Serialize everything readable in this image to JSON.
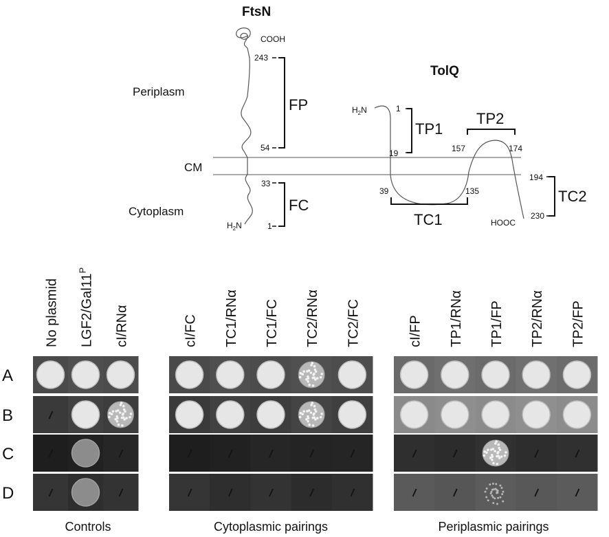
{
  "ftsn": {
    "title": "FtsN",
    "cooh": "COOH",
    "h2n_main": "H",
    "h2n_sub": "2",
    "h2n_end": "N",
    "num_243": "243",
    "num_54": "54",
    "num_33": "33",
    "num_1": "1",
    "fp": "FP",
    "fc": "FC"
  },
  "compartments": {
    "periplasm": "Periplasm",
    "cm": "CM",
    "cytoplasm": "Cytoplasm"
  },
  "tolq": {
    "title": "TolQ",
    "h2n_main": "H",
    "h2n_sub": "2",
    "h2n_end": "N",
    "hooc": "HOOC",
    "num_1": "1",
    "num_19": "19",
    "num_39": "39",
    "num_135": "135",
    "num_157": "157",
    "num_174": "174",
    "num_194": "194",
    "num_230": "230",
    "tp1": "TP1",
    "tp2": "TP2",
    "tc1": "TC1",
    "tc2": "TC2"
  },
  "columns": {
    "controls": [
      {
        "label": "No plasmid"
      },
      {
        "label": "LGF2/Gal11",
        "sup": "P"
      },
      {
        "label": "cI/RN",
        "greek": "α"
      }
    ],
    "cytoplasmic": [
      {
        "label": "cI/FC"
      },
      {
        "label": "TC1/RN",
        "greek": "α"
      },
      {
        "label": "TC1/FC"
      },
      {
        "label": "TC2/RN",
        "greek": "α"
      },
      {
        "label": "TC2/FC"
      }
    ],
    "periplasmic": [
      {
        "label": "cI/FP"
      },
      {
        "label": "TP1/RN",
        "greek": "α"
      },
      {
        "label": "TP1/FP"
      },
      {
        "label": "TP2/RN",
        "greek": "α"
      },
      {
        "label": "TP2/FP"
      }
    ]
  },
  "rows": [
    "A",
    "B",
    "C",
    "D"
  ],
  "group_labels": {
    "controls": "Controls",
    "cytoplasmic": "Cytoplasmic pairings",
    "periplasmic": "Periplasmic pairings"
  },
  "growth": {
    "controls": [
      [
        "strong",
        "strong",
        "strong"
      ],
      [
        "none",
        "strong",
        "speckled"
      ],
      [
        "none",
        "medium",
        "none"
      ],
      [
        "none",
        "medium",
        "none"
      ]
    ],
    "cytoplasmic": [
      [
        "strong",
        "strong",
        "strong",
        "speckled",
        "strong"
      ],
      [
        "strong",
        "strong",
        "strong",
        "speckled",
        "strong"
      ],
      [
        "none",
        "none",
        "none",
        "none",
        "none"
      ],
      [
        "none",
        "none",
        "none",
        "none",
        "none"
      ]
    ],
    "periplasmic": [
      [
        "strong",
        "strong",
        "strong",
        "strong",
        "strong"
      ],
      [
        "strong",
        "strong",
        "strong",
        "strong",
        "strong"
      ],
      [
        "none",
        "none",
        "speckled",
        "none",
        "none"
      ],
      [
        "none",
        "none",
        "faint",
        "none",
        "none"
      ]
    ]
  },
  "colors": {
    "line": "#555555",
    "bracket": "#111111"
  }
}
